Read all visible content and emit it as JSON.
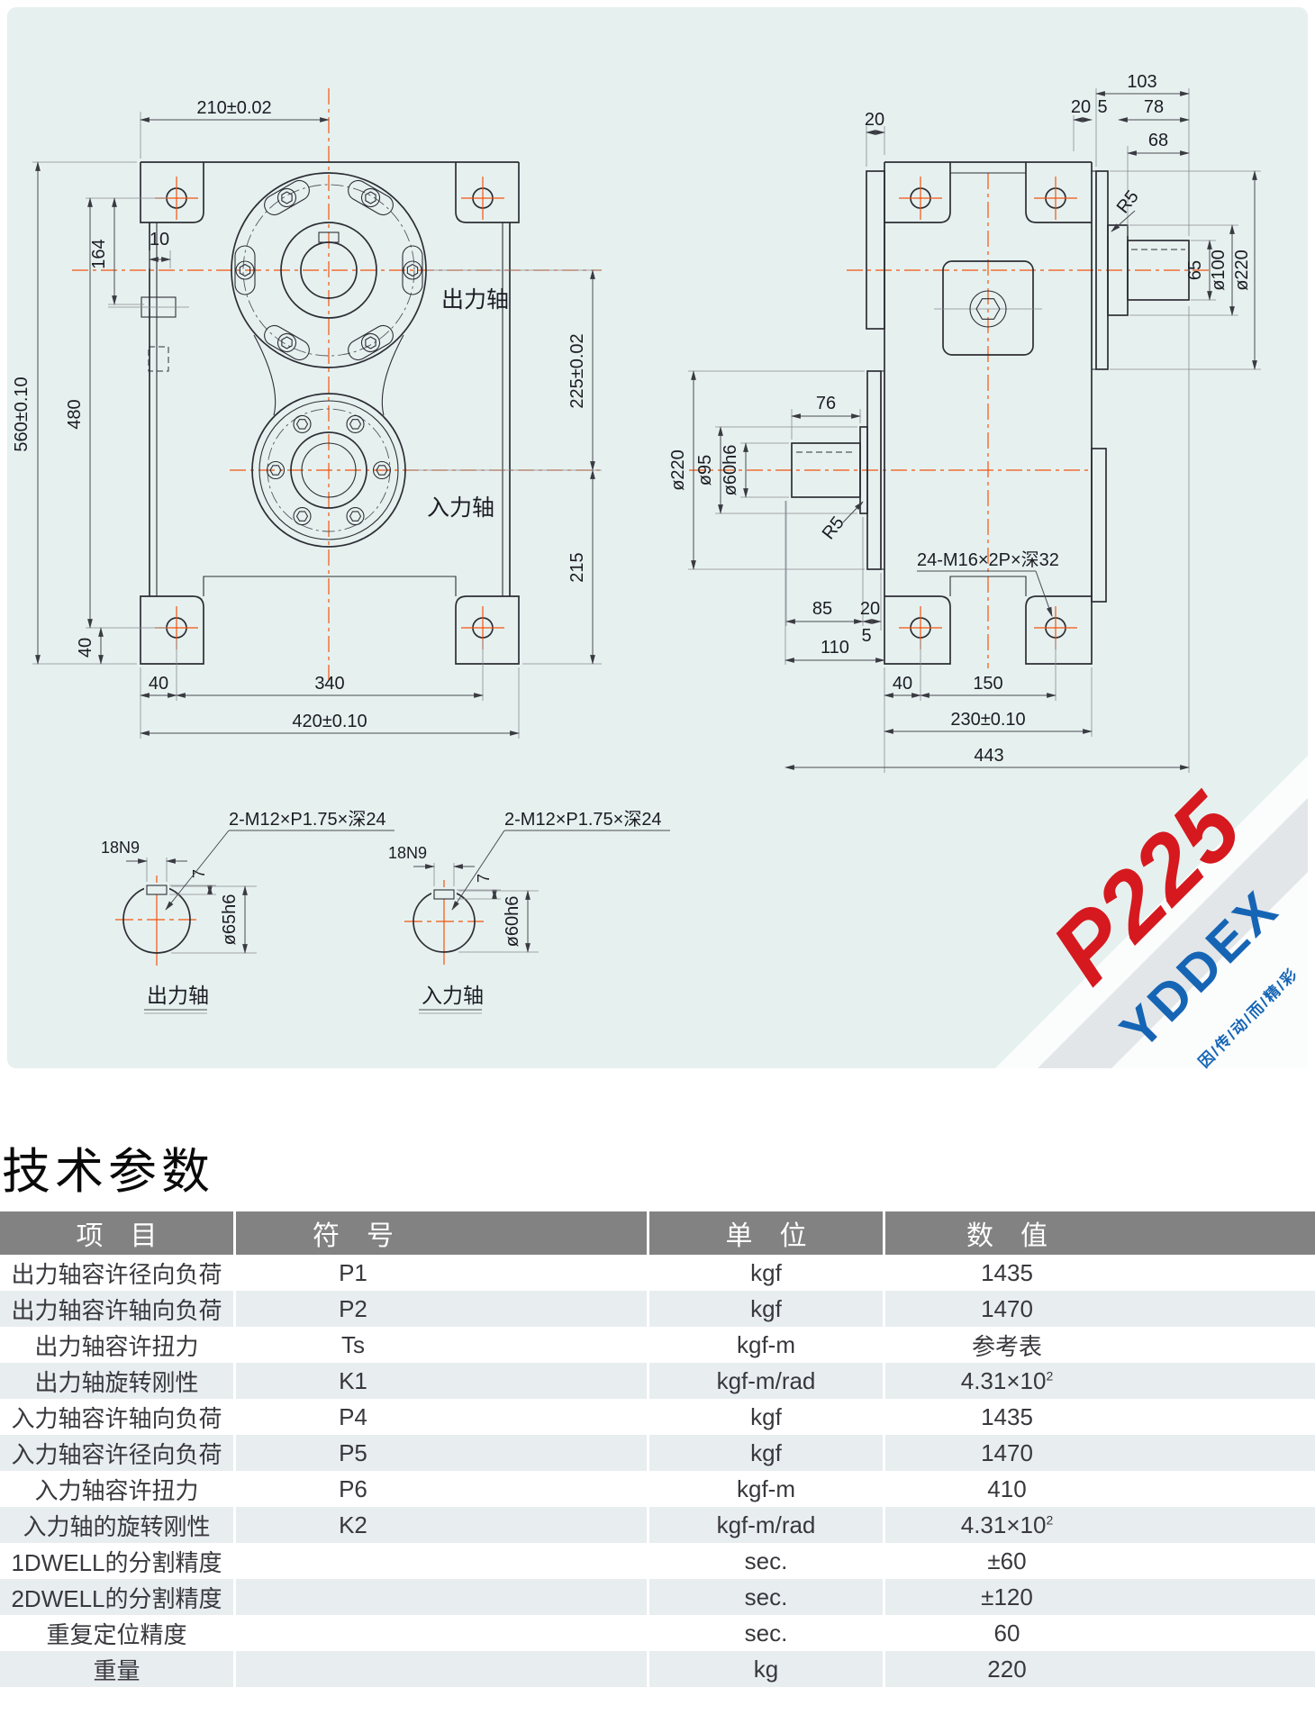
{
  "drawing": {
    "front": {
      "dim_width_top": "210±0.02",
      "dim_164": "164",
      "dim_10": "10",
      "dim_height": "560±0.10",
      "dim_480": "480",
      "dim_40_left": "40",
      "dim_40_bottom": "40",
      "dim_340": "340",
      "dim_width_bottom": "420±0.10",
      "dim_axis_gap": "225±0.02",
      "dim_215": "215",
      "label_output": "出力轴",
      "label_input": "入力轴"
    },
    "side": {
      "dim_20_top_left": "20",
      "dim_103": "103",
      "dim_20_shaft": "20",
      "dim_5_shaft": "5",
      "dim_78": "78",
      "dim_68": "68",
      "dim_r5_top": "R5",
      "dim_65": "65",
      "dim_d100": "ø100",
      "dim_d220_right": "ø220",
      "dim_76": "76",
      "dim_d220_left": "ø220",
      "dim_d95": "ø95",
      "dim_d60": "ø60h6",
      "dim_r5_bottom": "R5",
      "label_bolts": "24-M16×2P×深32",
      "dim_85": "85",
      "dim_20_bottom": "20",
      "dim_5_bottom": "5",
      "dim_110": "110",
      "dim_40": "40",
      "dim_150": "150",
      "dim_230": "230±0.10",
      "dim_443": "443"
    },
    "detail_output": {
      "label_thread": "2-M12×P1.75×深24",
      "dim_key": "18N9",
      "dim_7": "7",
      "dim_dia": "ø65h6",
      "caption": "出力轴"
    },
    "detail_input": {
      "label_thread": "2-M12×P1.75×深24",
      "dim_key": "18N9",
      "dim_7": "7",
      "dim_dia": "ø60h6",
      "caption": "入力轴"
    }
  },
  "logo": {
    "model": "P225",
    "brand": "YDDEX",
    "slogan": "因/传/动/而/精/彩",
    "model_color": "#d6191f",
    "brand_color": "#1665b5"
  },
  "section_title": "技术参数",
  "table": {
    "headers": [
      "项　目",
      "符　号",
      "单　位",
      "数　值"
    ],
    "rows": [
      {
        "item": "出力轴容许径向负荷",
        "symbol": "P1",
        "unit": "kgf",
        "value": "1435",
        "value_sup": ""
      },
      {
        "item": "出力轴容许轴向负荷",
        "symbol": "P2",
        "unit": "kgf",
        "value": "1470",
        "value_sup": ""
      },
      {
        "item": "出力轴容许扭力",
        "symbol": "Ts",
        "unit": "kgf-m",
        "value": "参考表",
        "value_sup": ""
      },
      {
        "item": "出力轴旋转刚性",
        "symbol": "K1",
        "unit": "kgf-m/rad",
        "value": "4.31×10",
        "value_sup": "2"
      },
      {
        "item": "入力轴容许轴向负荷",
        "symbol": "P4",
        "unit": "kgf",
        "value": "1435",
        "value_sup": ""
      },
      {
        "item": "入力轴容许径向负荷",
        "symbol": "P5",
        "unit": "kgf",
        "value": "1470",
        "value_sup": ""
      },
      {
        "item": "入力轴容许扭力",
        "symbol": "P6",
        "unit": "kgf-m",
        "value": "410",
        "value_sup": ""
      },
      {
        "item": "入力轴的旋转刚性",
        "symbol": "K2",
        "unit": "kgf-m/rad",
        "value": "4.31×10",
        "value_sup": "2"
      },
      {
        "item": "1DWELL的分割精度",
        "symbol": "",
        "unit": "sec.",
        "value": "±60",
        "value_sup": ""
      },
      {
        "item": "2DWELL的分割精度",
        "symbol": "",
        "unit": "sec.",
        "value": "±120",
        "value_sup": ""
      },
      {
        "item": "重复定位精度",
        "symbol": "",
        "unit": "sec.",
        "value": "60",
        "value_sup": ""
      },
      {
        "item": "重量",
        "symbol": "",
        "unit": "kg",
        "value": "220",
        "value_sup": ""
      }
    ]
  }
}
